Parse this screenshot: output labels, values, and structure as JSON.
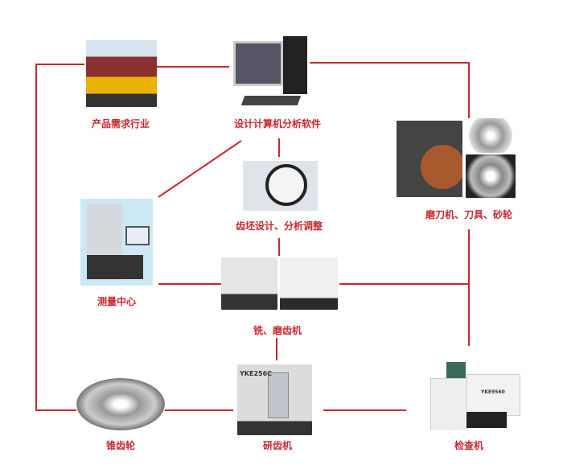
{
  "nodes": {
    "demand": {
      "label": "产品需求行业"
    },
    "software": {
      "label": "设计计算机分析软件"
    },
    "blank_design": {
      "label": "齿坯设计、分析调整"
    },
    "tools": {
      "label": "磨刀机、刀具、砂轮"
    },
    "measuring": {
      "label": "测量中心"
    },
    "milling": {
      "label": "铣、磨齿机"
    },
    "bevel_gear": {
      "label": "锥齿轮"
    },
    "lapping": {
      "label": "研齿机",
      "machine_model": "YKE256C"
    },
    "checker": {
      "label": "检查机",
      "machine_model": "YKE9560"
    }
  },
  "colors": {
    "line": "#c8282d",
    "label": "#c8282d"
  }
}
